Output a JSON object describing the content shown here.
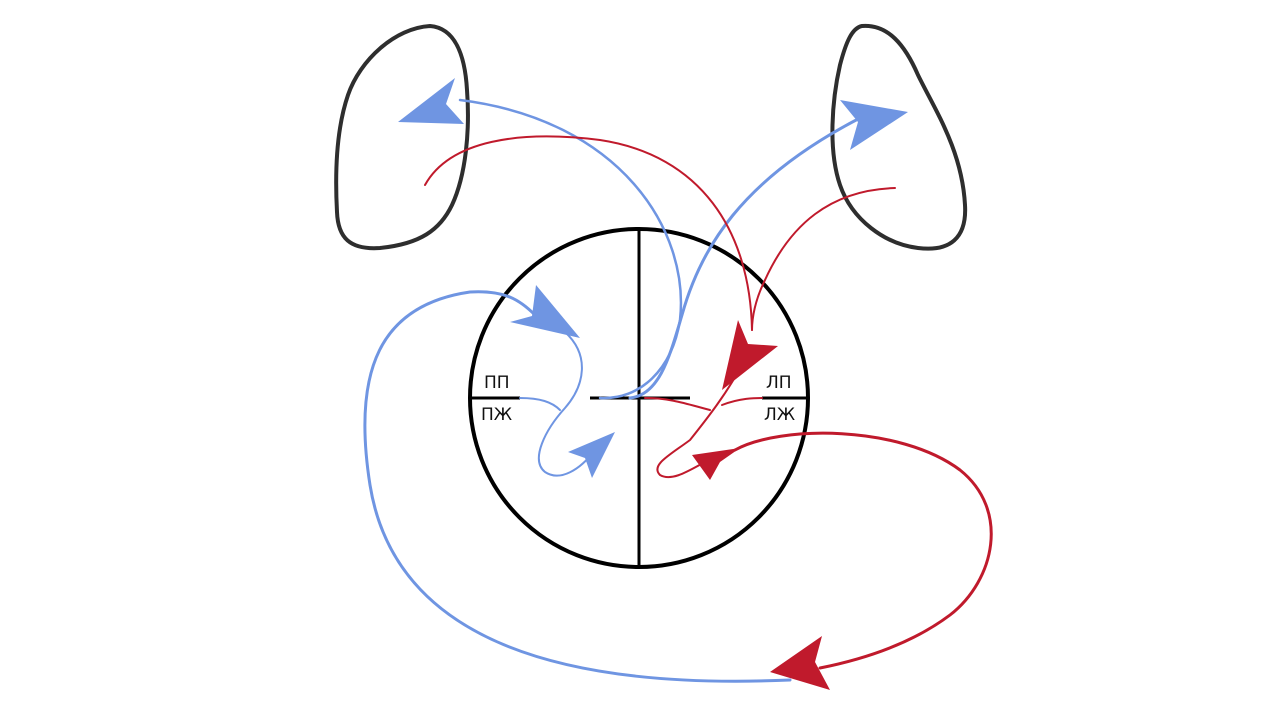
{
  "chambers": {
    "right_atrium": "ПП",
    "right_ventricle": "ПЖ",
    "left_atrium": "ЛП",
    "left_ventricle": "ЛЖ"
  },
  "colors": {
    "venous_blood": "#6f95e2",
    "arterial_blood": "#c01a2c",
    "outline": "#000000",
    "lung_outline": "#2e2e2e"
  }
}
